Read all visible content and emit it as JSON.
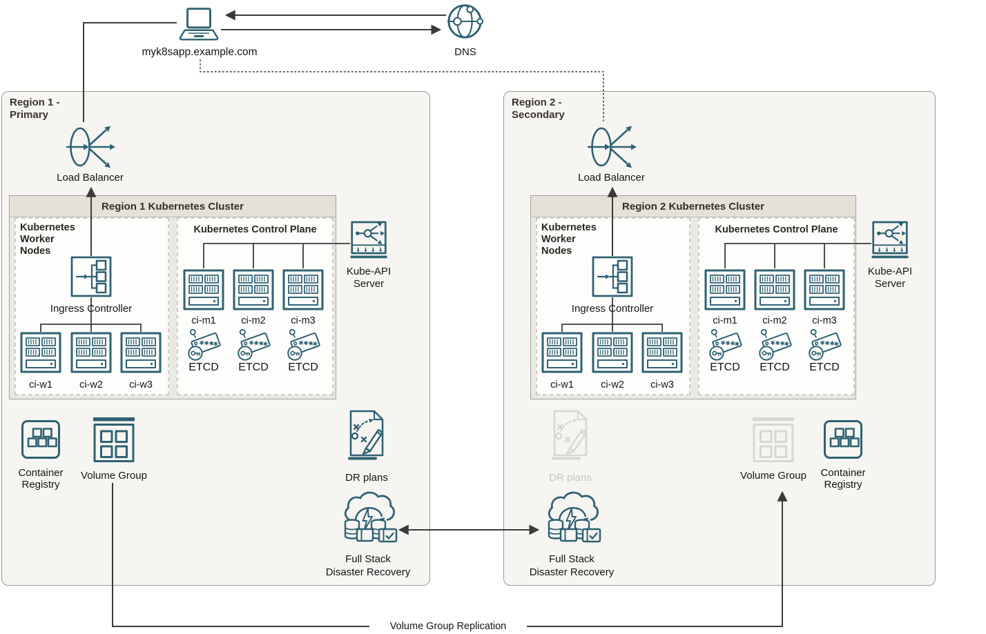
{
  "colors": {
    "icon_teal": "#2e6172",
    "icon_disabled": "#d8d6d2",
    "connector": "#3a3a3a",
    "region_fill": "#f6f5f2",
    "region_border": "#9b9893",
    "cluster_header_fill": "#e6e1d8",
    "cluster_body_fill": "#eae8e3"
  },
  "top": {
    "client_label": "myk8sapp.example.com",
    "dns_label": "DNS"
  },
  "region1": {
    "title": [
      "Region 1 -",
      "Primary"
    ],
    "load_balancer": "Load Balancer",
    "cluster_title": "Region 1 Kubernetes Cluster",
    "worker_title": [
      "Kubernetes",
      "Worker",
      "Nodes"
    ],
    "ingress": "Ingress Controller",
    "workers": [
      "ci-w1",
      "ci-w2",
      "ci-w3"
    ],
    "control_title": "Kubernetes Control Plane",
    "masters": [
      "ci-m1",
      "ci-m2",
      "ci-m3"
    ],
    "etcd": "ETCD",
    "kube_api": [
      "Kube-API",
      "Server"
    ],
    "registry": [
      "Container",
      "Registry"
    ],
    "volume_group": "Volume Group",
    "dr_plans": "DR plans",
    "fsdr": [
      "Full Stack",
      "Disaster Recovery"
    ]
  },
  "region2": {
    "title": [
      "Region 2 -",
      "Secondary"
    ],
    "load_balancer": "Load Balancer",
    "cluster_title": "Region 2 Kubernetes Cluster",
    "worker_title": [
      "Kubernetes",
      "Worker",
      "Nodes"
    ],
    "ingress": "Ingress Controller",
    "workers": [
      "ci-w1",
      "ci-w2",
      "ci-w3"
    ],
    "control_title": "Kubernetes Control Plane",
    "masters": [
      "ci-m1",
      "ci-m2",
      "ci-m3"
    ],
    "etcd": "ETCD",
    "kube_api": [
      "Kube-API",
      "Server"
    ],
    "registry": [
      "Container",
      "Registry"
    ],
    "volume_group": "Volume Group",
    "dr_plans": "DR plans",
    "fsdr": [
      "Full Stack",
      "Disaster Recovery"
    ]
  },
  "footer": {
    "replication": "Volume Group Replication"
  }
}
